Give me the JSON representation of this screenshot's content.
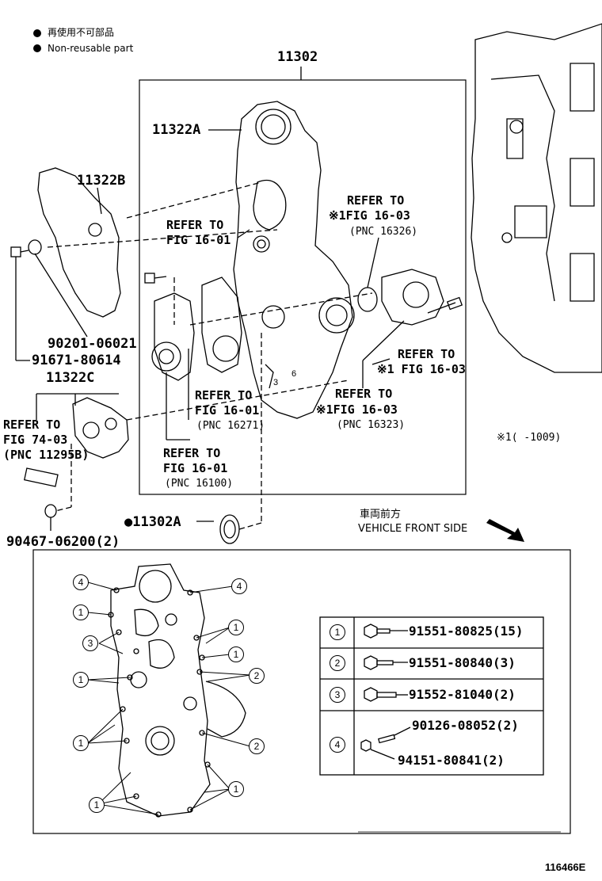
{
  "legend": {
    "jp": "再使用不可部品",
    "en": "Non-reusable part"
  },
  "main_assembly": "11302",
  "parts": {
    "p11322A": "11322A",
    "p11322B": "11322B",
    "p11322C": "11322C",
    "p90201": "90201-06021",
    "p91671": "91671-80614",
    "p11302A": "11302A",
    "p90467": "90467-06200(2)"
  },
  "refs": [
    {
      "l1": "REFER TO",
      "l2": "FIG 16-03",
      "l3": "(PNC 16326)"
    },
    {
      "l1": "REFER TO",
      "l2": "FIG 16-01"
    },
    {
      "l1": "REFER TO",
      "l2": "FIG 16-03"
    },
    {
      "l1": "REFER TO",
      "l2": "FIG 16-03",
      "l3": "(PNC 16323)"
    },
    {
      "l1": "REFER TO",
      "l2": "FIG 16-01",
      "l3": "(PNC 16271)"
    },
    {
      "l1": "REFER TO",
      "l2": "FIG 16-01",
      "l3": "(PNC 16100)"
    },
    {
      "l1": "REFER TO",
      "l2": "FIG 74-03",
      "l3": "(PNC 11295B)"
    }
  ],
  "note_mark": "※1",
  "date_note": "※1(    -1009)",
  "vehicle_front": {
    "jp": "車両前方",
    "en": "VEHICLE FRONT SIDE"
  },
  "table": [
    {
      "n": "1",
      "parts": [
        "91551-80825(15)"
      ]
    },
    {
      "n": "2",
      "parts": [
        "91551-80840(3)"
      ]
    },
    {
      "n": "3",
      "parts": [
        "91552-81040(2)"
      ]
    },
    {
      "n": "4",
      "parts": [
        "90126-08052(2)",
        "94151-80841(2)"
      ]
    }
  ],
  "callouts": {
    "c1": "1",
    "c2": "2",
    "c3": "3",
    "c4": "4"
  },
  "figure_id": "116466E"
}
